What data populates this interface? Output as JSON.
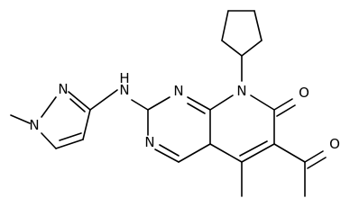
{
  "molecule": {
    "atoms": [
      {
        "id": "n-pyrazole-1",
        "label": "N"
      },
      {
        "id": "n-pyrazole-2",
        "label": "N"
      },
      {
        "id": "nh-link",
        "label": "N"
      },
      {
        "id": "h-link",
        "label": "H"
      },
      {
        "id": "n-pyrimidine-1",
        "label": "N"
      },
      {
        "id": "n-pyrimidine-3",
        "label": "N"
      },
      {
        "id": "n-pyridone-8",
        "label": "N"
      },
      {
        "id": "o-lactam",
        "label": "O"
      },
      {
        "id": "o-acetyl",
        "label": "O"
      }
    ]
  }
}
